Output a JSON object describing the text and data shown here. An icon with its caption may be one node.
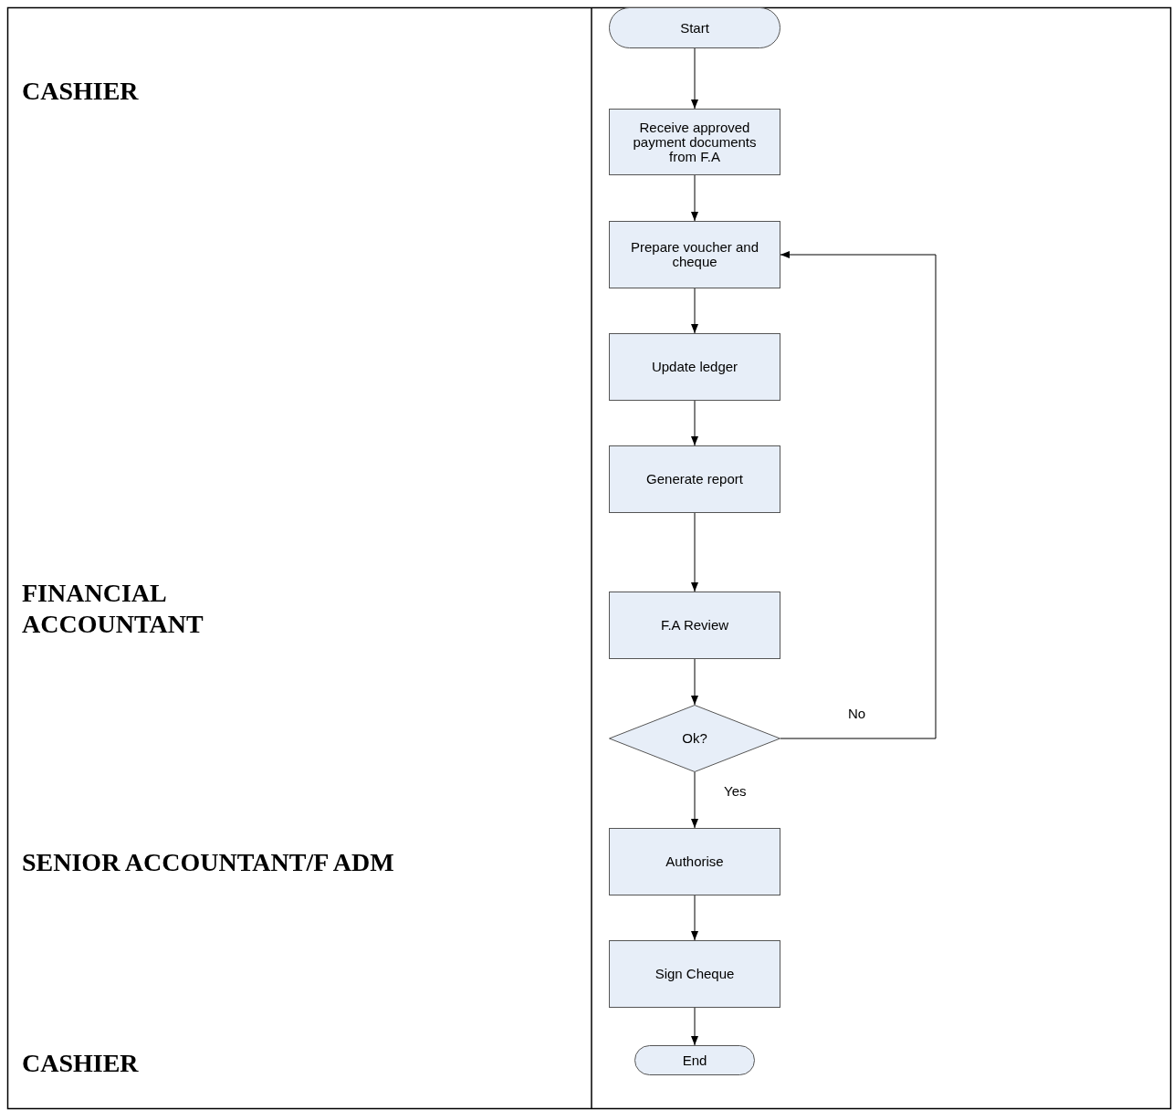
{
  "diagram": {
    "nodes": [
      {
        "text": [
          "Start"
        ]
      },
      {
        "text": [
          "Receive approved payment documents from F.A"
        ]
      },
      {
        "text": [
          "Prepare voucher and cheque"
        ]
      },
      {
        "text": [
          "Update ledger"
        ]
      },
      {
        "text": [
          "Generate report"
        ]
      },
      {
        "text": [
          "F.A Review"
        ]
      },
      {
        "text": [
          "Ok?"
        ]
      },
      {
        "text": [
          "Authorise"
        ]
      },
      {
        "text": [
          "Sign Cheque"
        ]
      },
      {
        "text": [
          "End"
        ]
      }
    ],
    "edges": [
      {
        "from": 0,
        "to": 1,
        "arrow": "to"
      },
      {
        "from": 1,
        "to": 2,
        "arrow": "to"
      },
      {
        "from": 2,
        "to": 3,
        "arrow": "to"
      },
      {
        "from": 3,
        "to": 4,
        "arrow": "to"
      },
      {
        "from": 4,
        "to": 5,
        "arrow": "to"
      },
      {
        "from": 5,
        "to": 6,
        "arrow": "to"
      },
      {
        "from": 6,
        "to": 2,
        "arrow": "to",
        "label": "No"
      },
      {
        "from": 6,
        "to": 7,
        "arrow": "to",
        "label": "Yes"
      },
      {
        "from": 7,
        "to": 8,
        "arrow": "to"
      },
      {
        "from": 8,
        "to": 9,
        "arrow": "to"
      }
    ],
    "labels": [
      "CASHIER",
      "FINANCIAL ACCOUNTANT",
      "SENIOR ACCOUNTANT/F ADM",
      "CASHIER"
    ]
  }
}
